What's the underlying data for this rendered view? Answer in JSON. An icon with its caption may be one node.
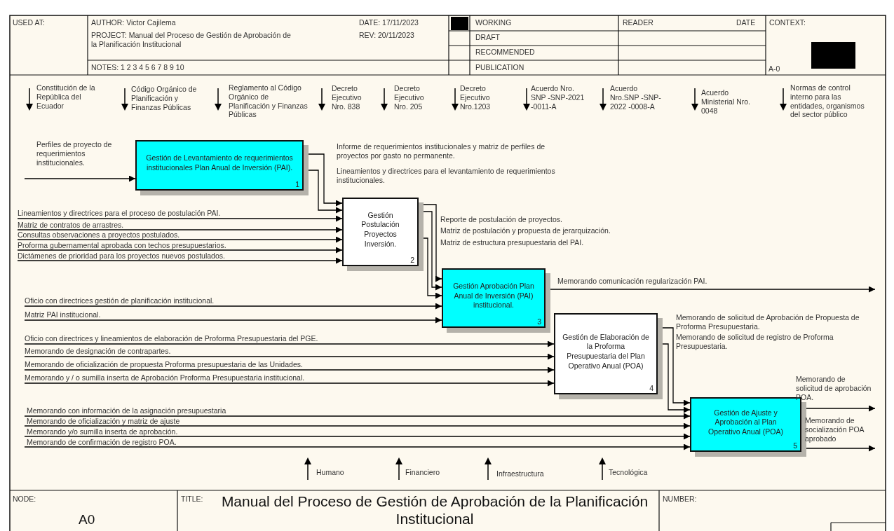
{
  "diagram": {
    "title": "Manual del Proceso de Gestión de Aprobación de la Planificación Institucional",
    "nodes": [
      {
        "text": [
          "Gestión de Levantamiento de requerimientos institucionales Plan Anual de Inversión (PAI).",
          "1"
        ]
      },
      {
        "text": [
          "Gestión Postulación Proyectos Inversión.",
          "2"
        ]
      },
      {
        "text": [
          "Gestión Aprobación Plan Anual de Inversión (PAI) institucional.",
          "3"
        ]
      },
      {
        "text": [
          "Gestión de Elaboración de la Proforma Presupuestaria del Plan Operativo Anual (POA)",
          "4"
        ]
      },
      {
        "text": [
          "Gestión de Ajuste y Aprobación al Plan Operativo Anual (POA)",
          "5"
        ]
      }
    ],
    "edges": [
      {
        "from": null,
        "to": 0,
        "arrow": "to",
        "label": "Perfiles de proyecto de requerimientos institucionales."
      },
      {
        "from": 0,
        "to": 1,
        "arrow": "to",
        "label": "Informe de requerimientos institucionales y matriz de perfiles de proyectos por gasto no permanente."
      },
      {
        "from": 0,
        "to": 1,
        "arrow": "to",
        "label": "Lineamientos y directrices para el levantamiento de requerimientos institucionales."
      },
      {
        "from": null,
        "to": 1,
        "arrow": "to",
        "label": "Lineamientos y directrices para el proceso de postulación PAI."
      },
      {
        "from": null,
        "to": 1,
        "arrow": "to",
        "label": "Matriz de contratos de arrastres."
      },
      {
        "from": null,
        "to": 1,
        "arrow": "to",
        "label": "Consultas observaciones a proyectos postulados."
      },
      {
        "from": null,
        "to": 1,
        "arrow": "to",
        "label": "Proforma gubernamental aprobada con techos presupuestarios."
      },
      {
        "from": null,
        "to": 1,
        "arrow": "to",
        "label": "Dictámenes de prioridad para los proyectos nuevos postulados."
      },
      {
        "from": 1,
        "to": 2,
        "arrow": "to",
        "label": "Reporte de postulación de proyectos."
      },
      {
        "from": 1,
        "to": 2,
        "arrow": "to",
        "label": "Matriz de postulación y propuesta de jerarquización."
      },
      {
        "from": 1,
        "to": 2,
        "arrow": "to",
        "label": "Matriz de estructura presupuestaria del PAI."
      },
      {
        "from": null,
        "to": 2,
        "arrow": "to",
        "label": "Oficio con directrices gestión de planificación institucional."
      },
      {
        "from": null,
        "to": 2,
        "arrow": "to",
        "label": "Matriz PAI institucional."
      },
      {
        "from": 2,
        "to": null,
        "arrow": "to",
        "label": "Memorando comunicación regularización PAI."
      },
      {
        "from": null,
        "to": 3,
        "arrow": "to",
        "label": "Oficio con directrices y lineamientos de elaboración de Proforma Presupuestaria del PGE."
      },
      {
        "from": null,
        "to": 3,
        "arrow": "to",
        "label": "Memorando de designación de contrapartes."
      },
      {
        "from": null,
        "to": 3,
        "arrow": "to",
        "label": "Memorando de oficialización de propuesta Proforma presupuestaria de las Unidades."
      },
      {
        "from": null,
        "to": 3,
        "arrow": "to",
        "label": "Memorando y / o sumilla inserta de Aprobación Proforma Presupuestaria institucional."
      },
      {
        "from": 3,
        "to": 4,
        "arrow": "to",
        "label": "Memorando de solicitud de Aprobación de Propuesta de Proforma Presupuestaria."
      },
      {
        "from": 3,
        "to": 4,
        "arrow": "to",
        "label": "Memorando de solicitud de registro de Proforma Presupuestaria."
      },
      {
        "from": null,
        "to": 4,
        "arrow": "to",
        "label": "Memorando con información de la asignación presupuestaria"
      },
      {
        "from": null,
        "to": 4,
        "arrow": "to",
        "label": "Memorando de oficialización y matriz de ajuste"
      },
      {
        "from": null,
        "to": 4,
        "arrow": "to",
        "label": "Memorando y/o sumilla inserta de aprobación."
      },
      {
        "from": null,
        "to": 4,
        "arrow": "to",
        "label": "Memorando de confirmación de registro POA."
      },
      {
        "from": 4,
        "to": null,
        "arrow": "to",
        "label": "Memorando de solicitud de aprobación POA."
      },
      {
        "from": 4,
        "to": null,
        "arrow": "to",
        "label": "Memorando de socialización POA aprobado"
      }
    ],
    "labels": [
      "USED AT:",
      "AUTHOR: Victor Cajilema",
      "DATE: 17/11/2023",
      "PROJECT: Manual del Proceso de Gestión de Aprobación de la Planificación Institucional",
      "REV: 20/11/2023",
      "NOTES: 1 2 3 4 5 6 7 8 9 10",
      "WORKING",
      "READER",
      "DATE",
      "CONTEXT:",
      "DRAFT",
      "RECOMMENDED",
      "PUBLICATION",
      "A-0",
      "Constitución de la República del Ecuador",
      "Código Orgánico de Planificación y Finanzas Públicas",
      "Reglamento al Código Orgánico de Planificación y Finanzas Públicas",
      "Decreto Ejecutivo Nro. 838",
      "Decreto Ejecutivo Nro. 205",
      "Decreto Ejecutivo Nro.1203",
      "Acuerdo Nro. SNP -SNP-2021 -0011-A",
      "Acuerdo Nro.SNP -SNP-2022 -0008-A",
      "Acuerdo Ministerial Nro. 0048",
      "Normas de control interno para las entidades, organismos del sector público",
      "Humano",
      "Financiero",
      "Infraestructura",
      "Tecnológica",
      "NODE:",
      "A0",
      "TITLE:",
      "NUMBER:"
    ]
  }
}
